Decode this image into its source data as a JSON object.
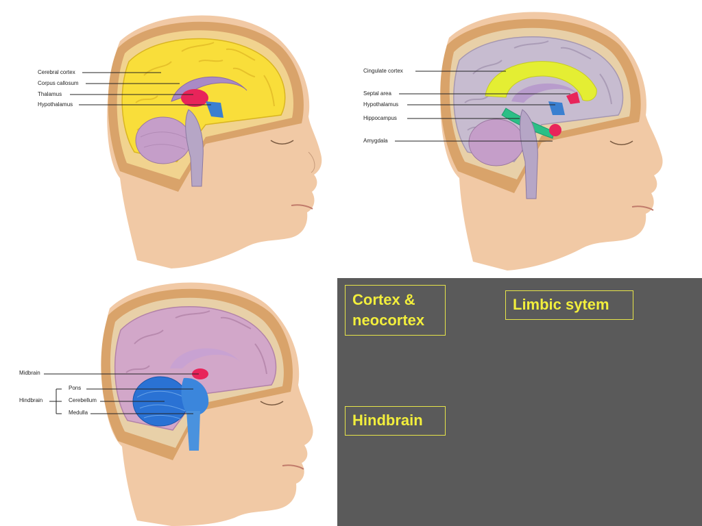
{
  "panel1": {
    "labels": [
      "Cerebral cortex",
      "Corpus callosum",
      "Thalamus",
      "Hypothalamus"
    ]
  },
  "panel2": {
    "labels": [
      "Cingulate cortex",
      "Septal area",
      "Hypothalamus",
      "Hippocampus",
      "Amygdala"
    ]
  },
  "panel3": {
    "labels": [
      "Midbrain",
      "Hindbrain",
      "Pons",
      "Cerebellum",
      "Medulla"
    ]
  },
  "boxes": {
    "cortex_line1": "Cortex &",
    "cortex_line2": "neocortex",
    "limbic": "Limbic sytem",
    "hindbrain": "Hindbrain"
  },
  "colors": {
    "skin": "#f1c9a5",
    "skull": "#d9a36a",
    "cortex_yellow": "#f9de3a",
    "limbic_yellow": "#e4ee33",
    "corpus_purple": "#a98ac6",
    "thalamus_red": "#e8245a",
    "hypothalamus_blue": "#3a7fd0",
    "hippocampus_green": "#2bbf86",
    "cerebellum_blue": "#2a72d4",
    "box_border": "#e8e64a",
    "box_text": "#f2ee3c",
    "panel_gray": "#5a5a5a"
  }
}
